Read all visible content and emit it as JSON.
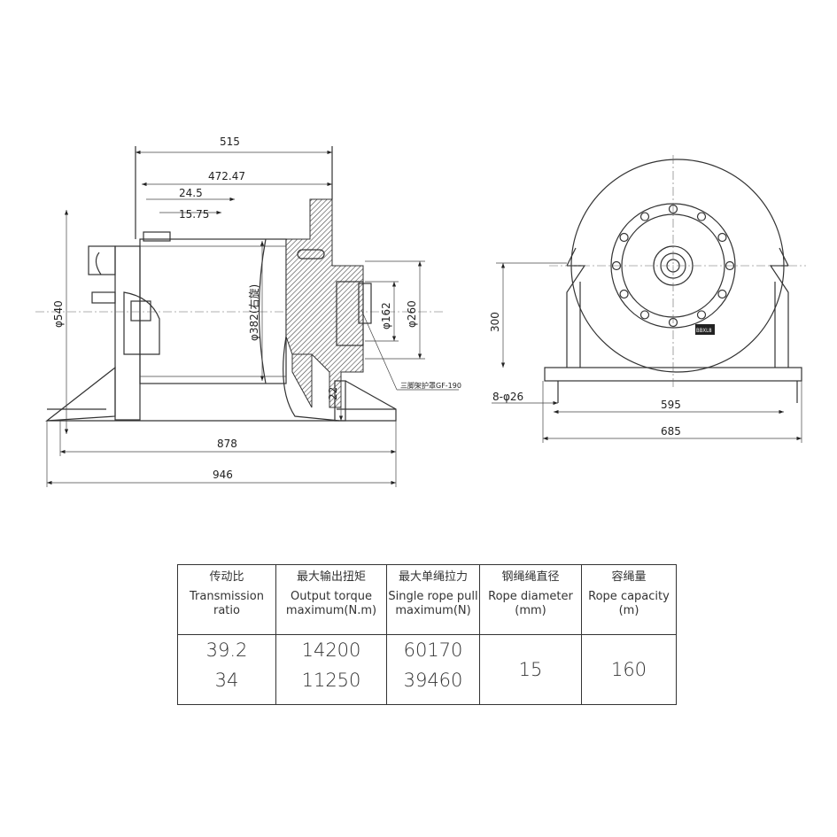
{
  "side_view": {
    "dim_515": "515",
    "dim_472": "472.47",
    "dim_24_5": "24.5",
    "dim_15_75": "15.75",
    "dim_540": "φ540",
    "dim_382": "φ382(右旋)",
    "dim_162": "φ162",
    "dim_260": "φ260",
    "dim_22": "22",
    "dim_878": "878",
    "dim_946": "946",
    "callout": "三脚架护罩GF-190"
  },
  "end_view": {
    "dim_300": "300",
    "dim_holes": "8-φ26",
    "dim_595": "595",
    "dim_685": "685",
    "nameplate": "BBXL8"
  },
  "table": {
    "headers": [
      {
        "zh": "传动比",
        "en1": "Transmission",
        "en2": "ratio"
      },
      {
        "zh": "最大输出扭矩",
        "en1": "Output torque",
        "en2": "maximum(N.m)"
      },
      {
        "zh": "最大单绳拉力",
        "en1": "Single rope pull",
        "en2": "maximum(N)"
      },
      {
        "zh": "钢绳绳直径",
        "en1": "Rope diameter",
        "en2": "(mm)"
      },
      {
        "zh": "容绳量",
        "en1": "Rope capacity",
        "en2": "(m)"
      }
    ],
    "rows": [
      {
        "ratio": "39.2",
        "torque": "14200",
        "pull": "60170"
      },
      {
        "ratio": "34",
        "torque": "11250",
        "pull": "39460"
      }
    ],
    "rope_diameter": "15",
    "rope_capacity": "160"
  }
}
